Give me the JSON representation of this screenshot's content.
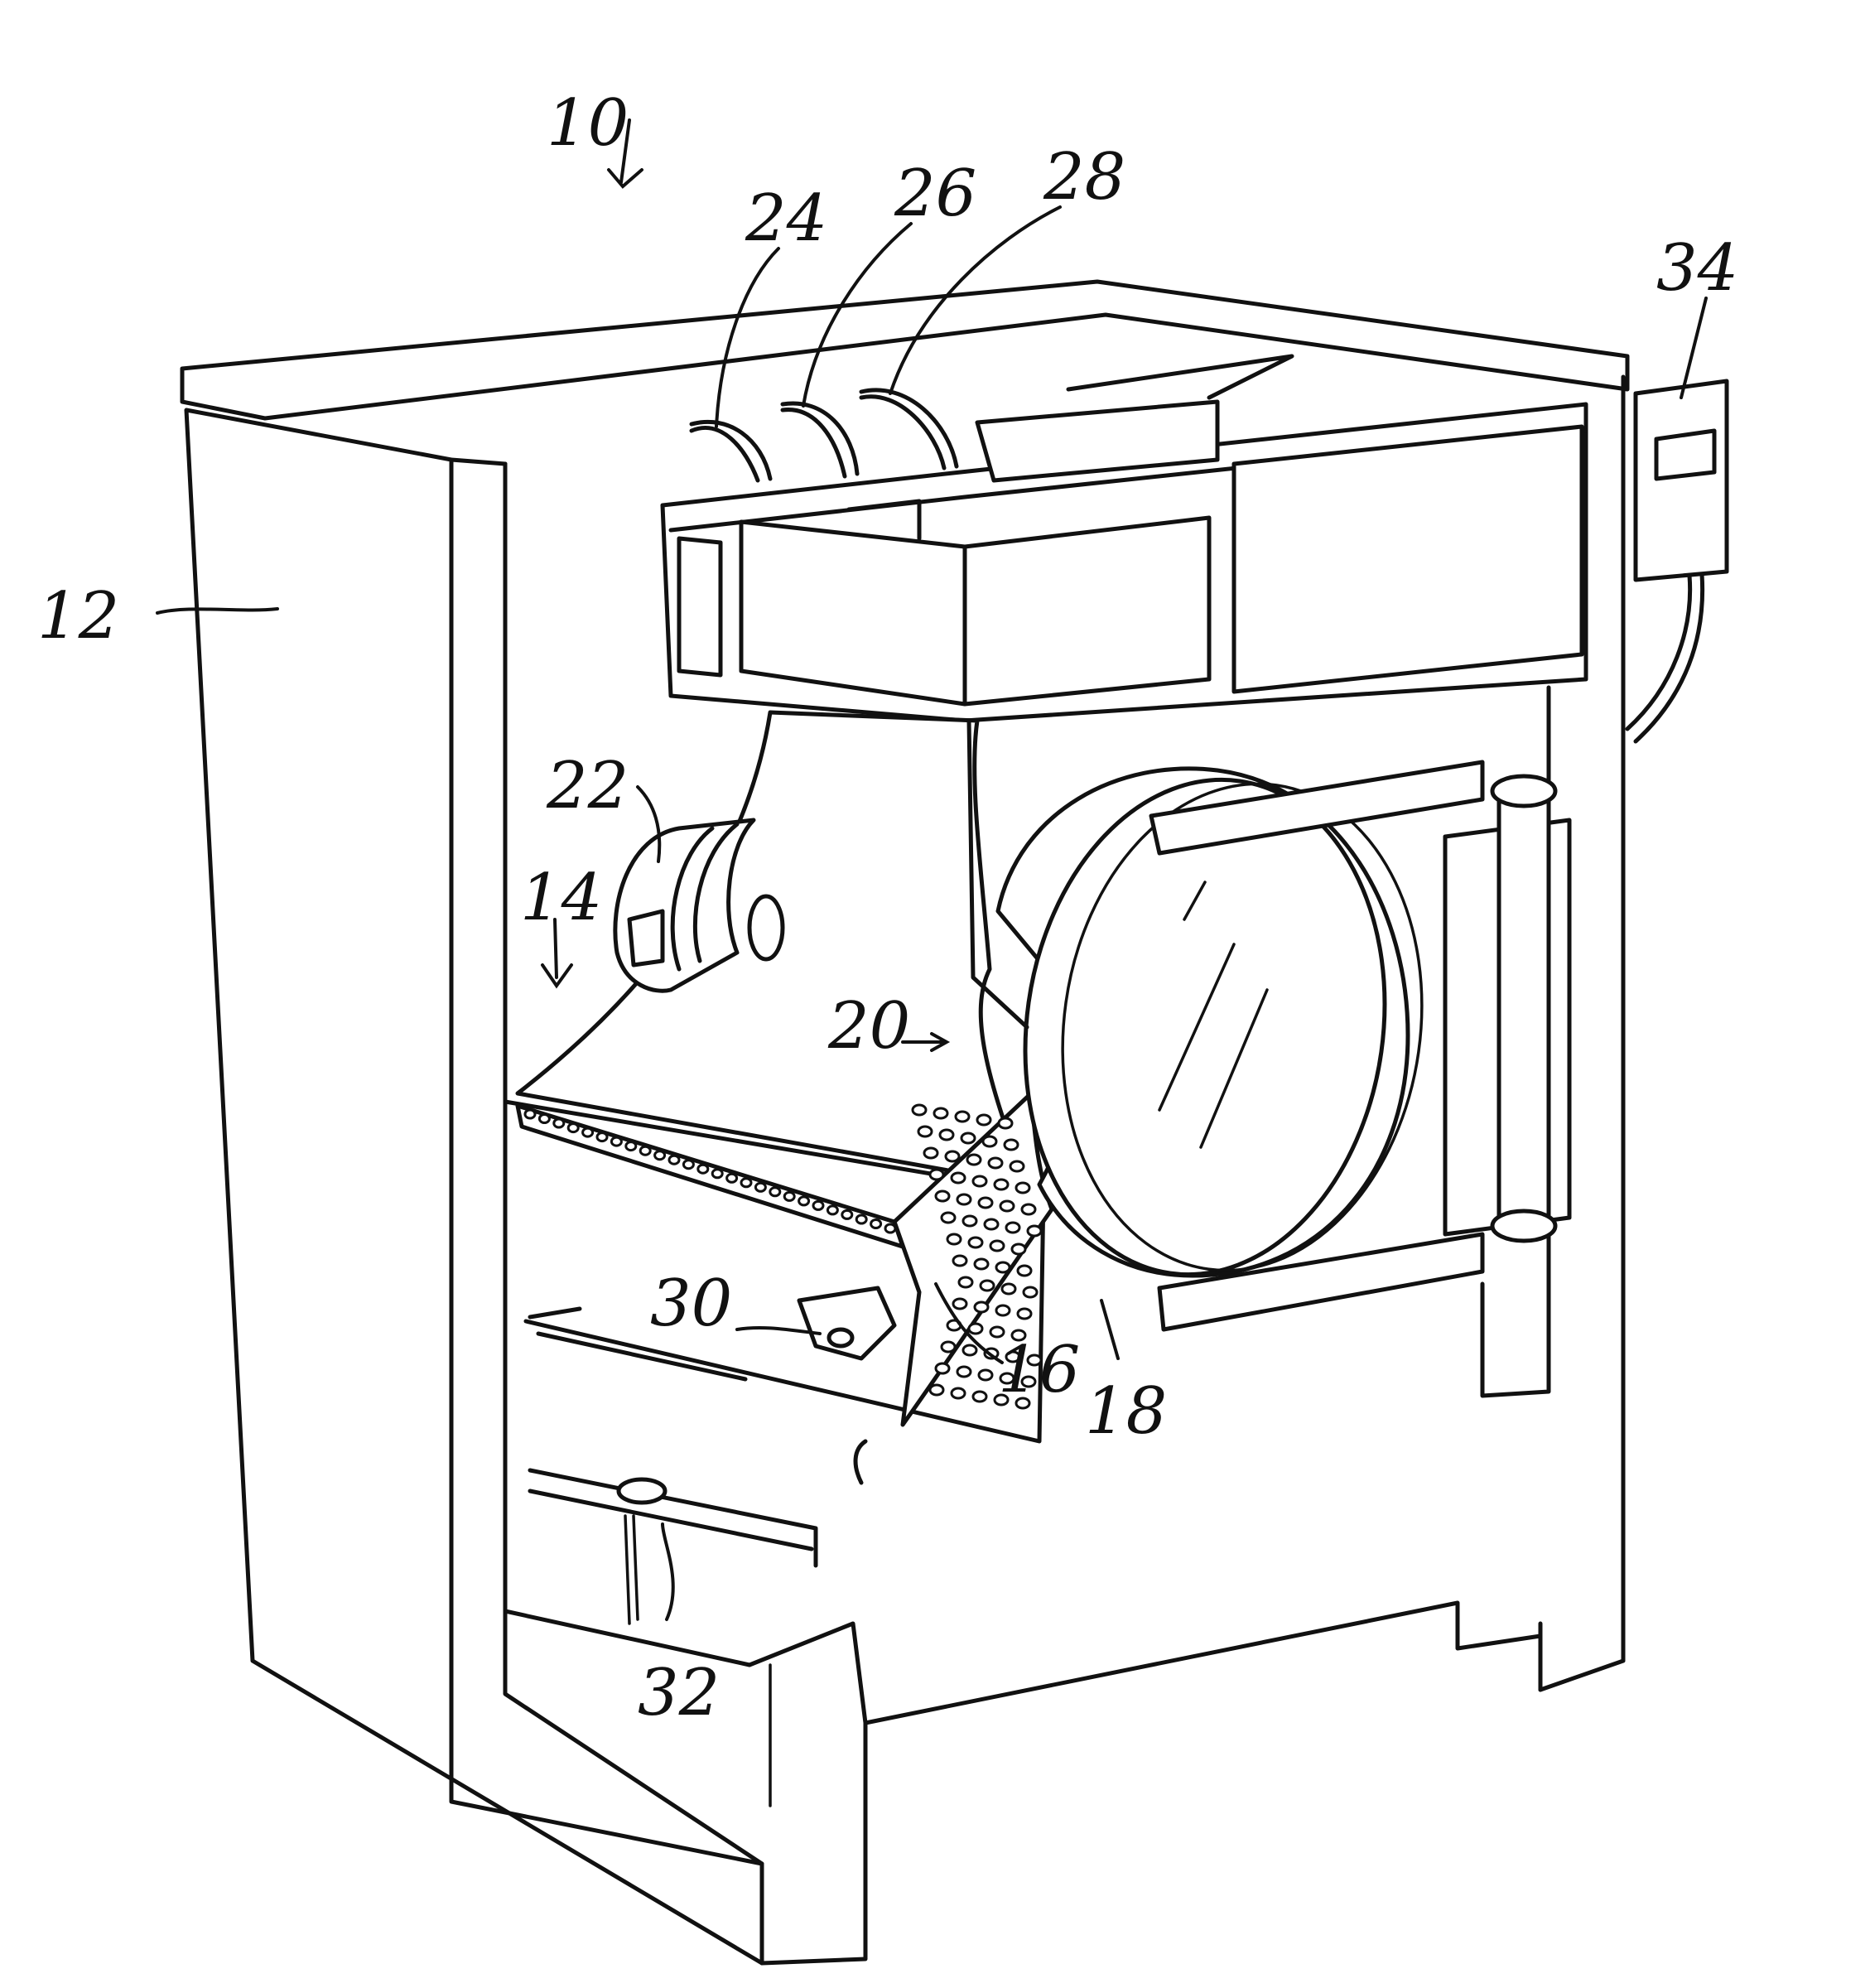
{
  "figure": {
    "labels": {
      "machine": "10",
      "cabinet": "12",
      "basket": "14",
      "perforated_wall": "16",
      "door": "18",
      "tub": "20",
      "motor": "22",
      "supply_1": "24",
      "supply_2": "26",
      "supply_3": "28",
      "sensor": "30",
      "drain": "32",
      "controller": "34"
    }
  }
}
